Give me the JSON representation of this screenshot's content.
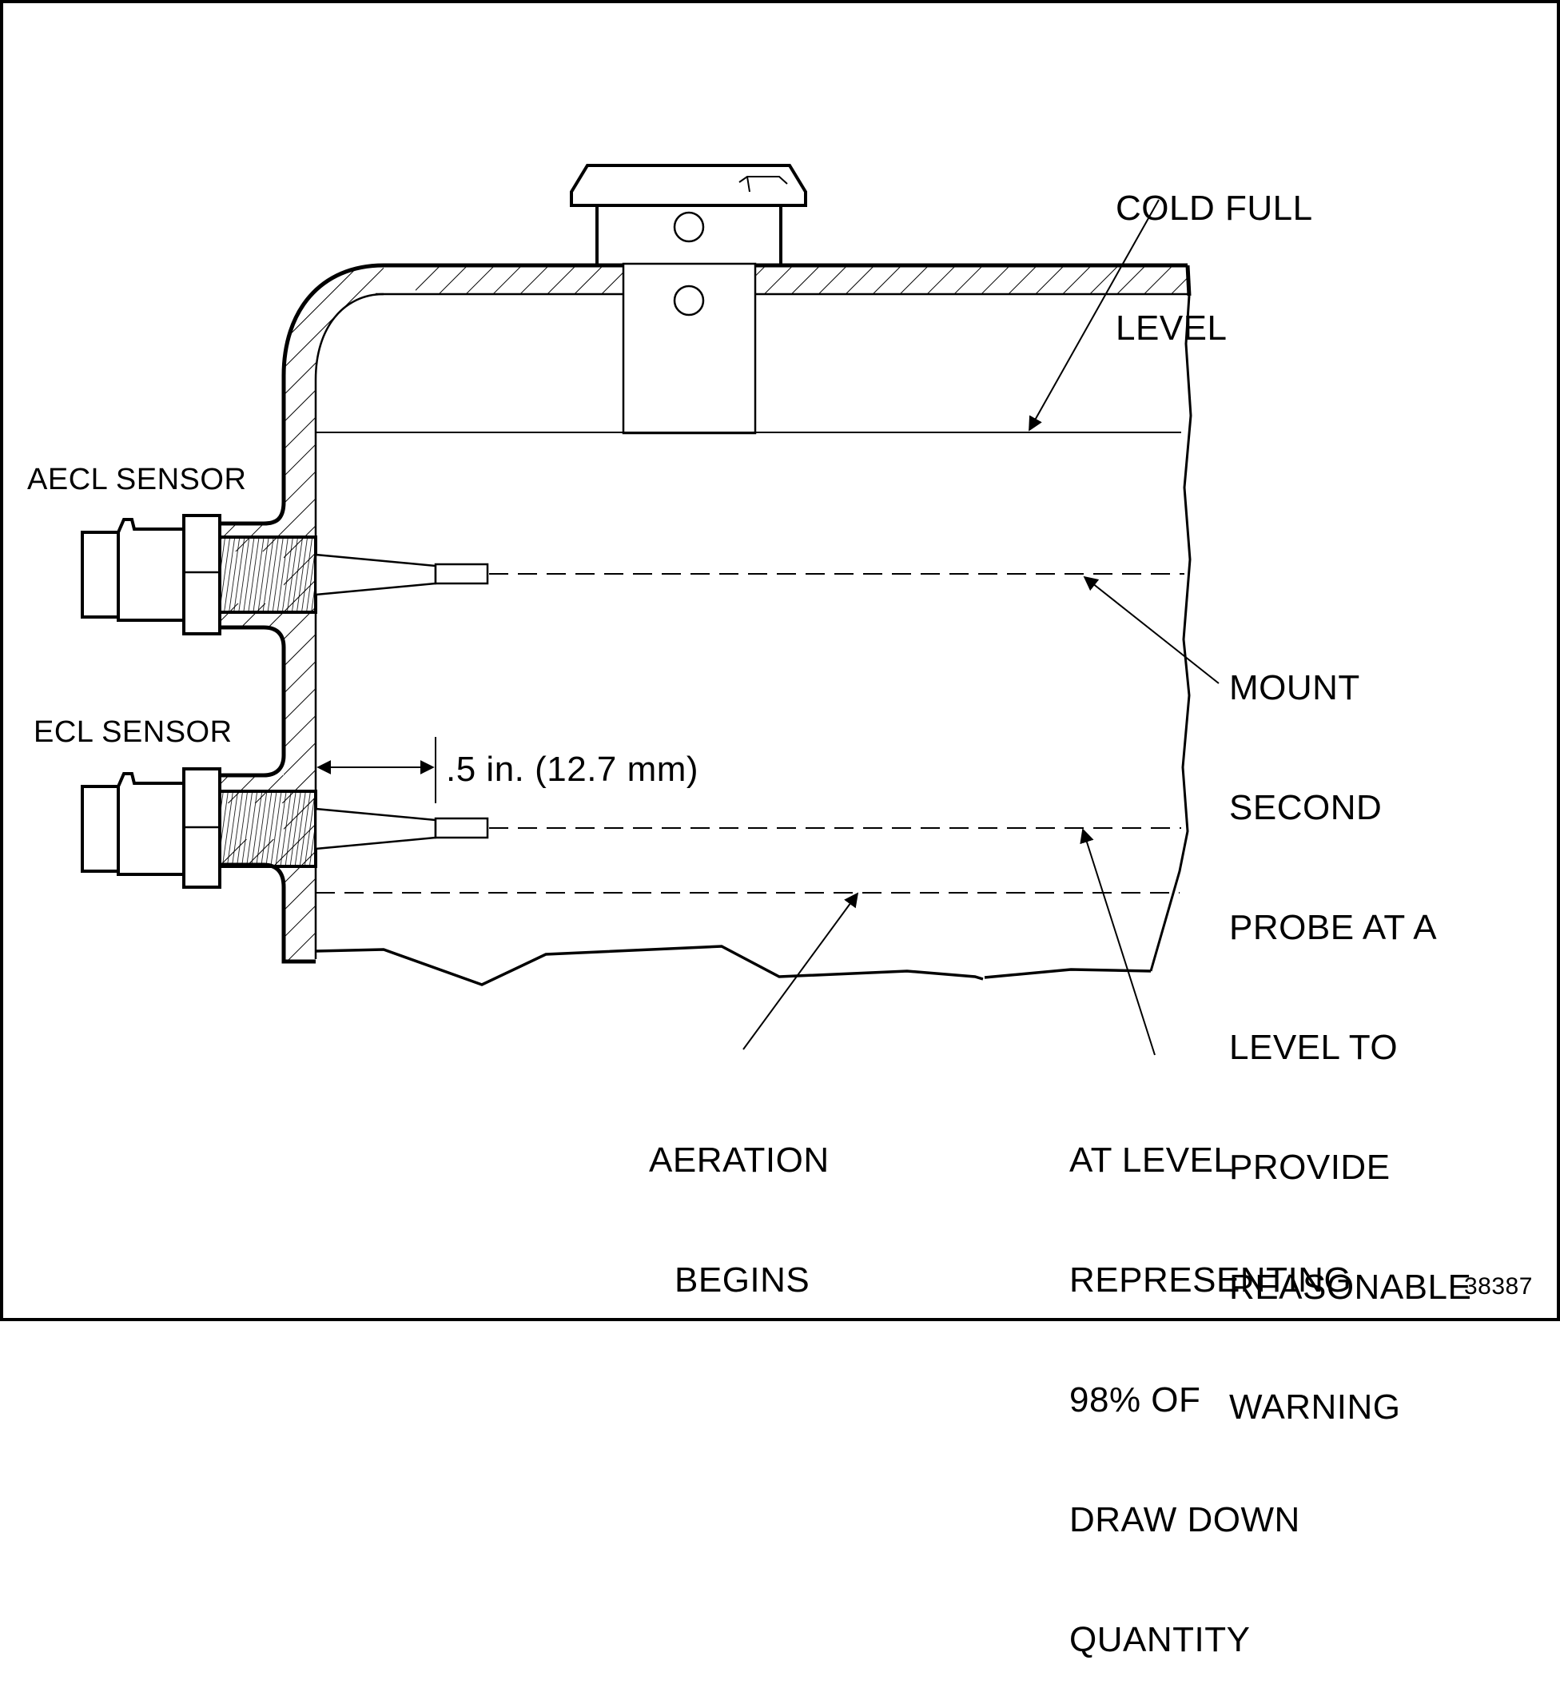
{
  "labels": {
    "cold_full_level": [
      "COLD FULL",
      "LEVEL"
    ],
    "aecl_sensor": "AECL SENSOR",
    "ecl_sensor": "ECL SENSOR",
    "dimension": ".5 in. (12.7 mm)",
    "mount_second_probe": [
      "MOUNT",
      "SECOND",
      "PROBE AT A",
      "LEVEL TO",
      "PROVIDE",
      "REASONABLE",
      "WARNING"
    ],
    "aeration_begins": [
      "AERATION",
      "BEGINS"
    ],
    "at_level": [
      "AT LEVEL",
      "REPRESENTING",
      "98% OF",
      "DRAW DOWN",
      "QUANTITY"
    ],
    "figure_number": "38387"
  }
}
